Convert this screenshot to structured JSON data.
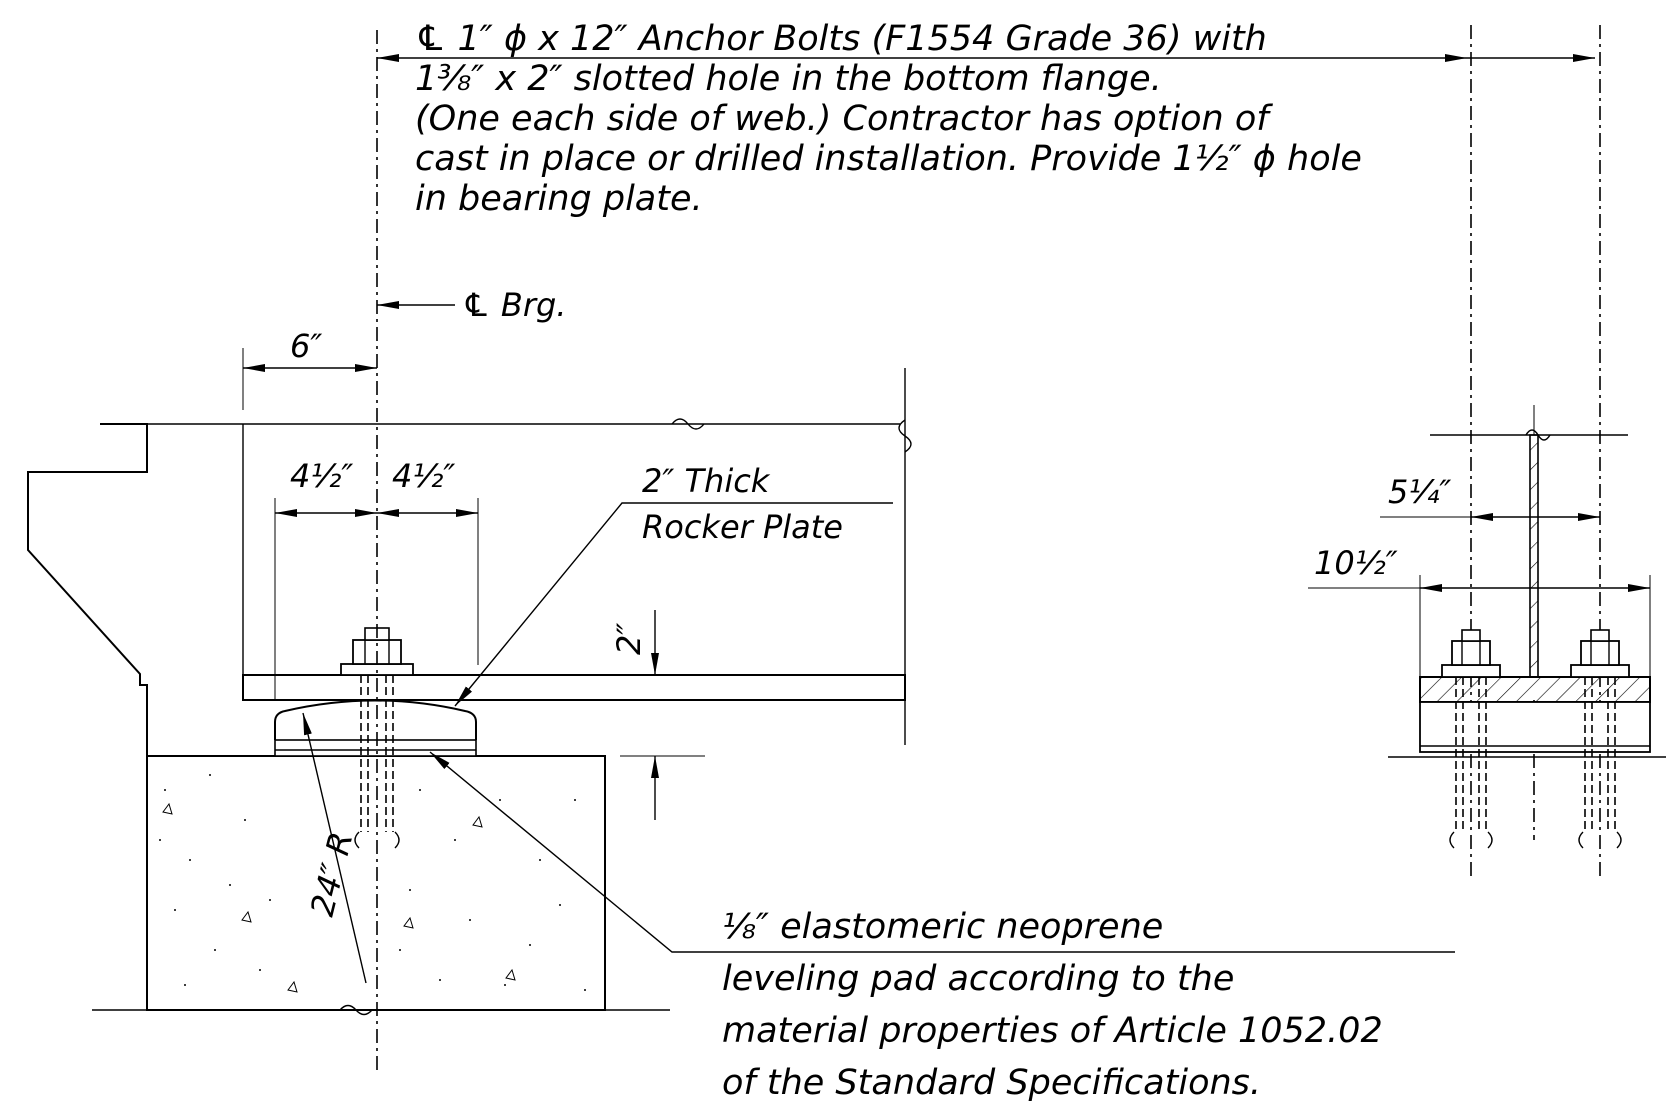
{
  "notes": {
    "anchor_bolts": {
      "line1": "℄ 1″ ϕ x 12″ Anchor Bolts (F1554 Grade 36) with",
      "line2": "1³⁄₈″ x 2″ slotted hole in the bottom flange.",
      "line3": "(One each side of web.) Contractor has option of",
      "line4": "cast in place or drilled installation. Provide 1½″ ϕ hole",
      "line5": "in bearing plate."
    },
    "centerline_bearing": "℄ Brg.",
    "rocker_plate": {
      "line1": "2″ Thick",
      "line2": "Rocker Plate"
    },
    "neoprene_pad": {
      "line1": "⅛″ elastomeric neoprene",
      "line2": "leveling pad according to the",
      "line3": "material properties of Article 1052.02",
      "line4": "of the Standard Specifications."
    }
  },
  "dimensions": {
    "six_inch": "6″",
    "half_left": "4½″",
    "half_right": "4½″",
    "two_inch": "2″",
    "radius": "24″ R",
    "five_quarter": "5¼″",
    "ten_half": "10½″"
  }
}
